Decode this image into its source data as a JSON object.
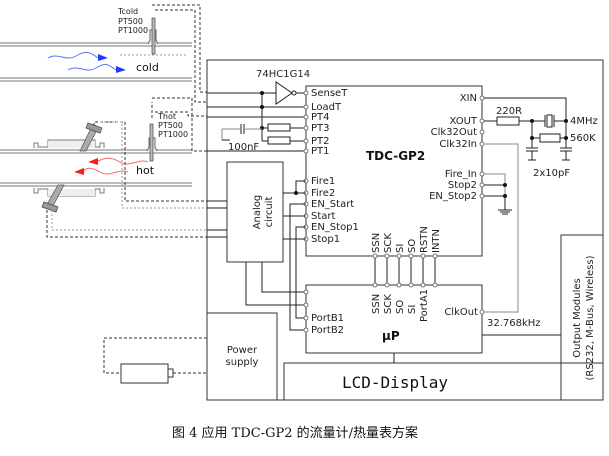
{
  "diagram": {
    "sensors": {
      "cold_label": "Tcold",
      "cold_types": [
        "PT500",
        "PT1000"
      ],
      "hot_label": "Thot",
      "hot_types": [
        "PT500",
        "PT1000"
      ],
      "cold_flow": "cold",
      "hot_flow": "hot"
    },
    "inverter_label": "74HC1G14",
    "capacitor_label": "100nF",
    "tdc": {
      "title": "TDC-GP2",
      "left_pins": [
        "SenseT",
        "LoadT",
        "PT4",
        "PT3",
        "PT2",
        "PT1",
        "Fire1",
        "Fire2",
        "EN_Start",
        "Start",
        "EN_Stop1",
        "Stop1"
      ],
      "right_pins": [
        "XIN",
        "XOUT",
        "Clk32Out",
        "Clk32In",
        "Fire_In",
        "Stop2",
        "EN_Stop2"
      ],
      "bottom_pins": [
        "SSN",
        "SCK",
        "SI",
        "SO",
        "RSTN",
        "INTN"
      ]
    },
    "oscillator": {
      "resistor": "220R",
      "crystal": "4MHz",
      "feedback": "560K",
      "caps": "2x10pF"
    },
    "analog_circuit": "Analog circuit",
    "analog_lines": [
      "Analog",
      "circuit"
    ],
    "up": {
      "title": "µP",
      "top_pins": [
        "SSN",
        "SCK",
        "SO",
        "SI",
        "PortA1"
      ],
      "left_pins": [
        "PortB1",
        "PortB2"
      ],
      "right_pin": "ClkOut",
      "clock": "32.768kHz"
    },
    "output_modules": [
      "Output Modules",
      "(RS232, M-Bus, Wireless)"
    ],
    "power_supply": [
      "Power",
      "supply"
    ],
    "lcd": "LCD-Display",
    "caption": "图 4    应用 TDC-GP2 的流量计/热量表方案",
    "colors": {
      "cold_arrow": "#1a3cff",
      "hot_arrow": "#ff1a1a"
    }
  }
}
